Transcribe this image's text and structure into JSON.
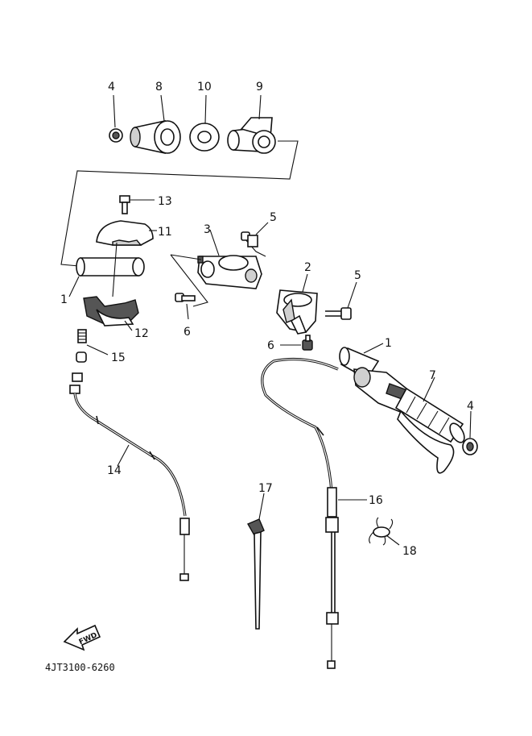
{
  "diagram": {
    "part_code": "4JT3100-6260",
    "fwd_label": "FWD",
    "callouts": {
      "c4a": "4",
      "c8": "8",
      "c10": "10",
      "c9": "9",
      "c13": "13",
      "c11": "11",
      "c3": "3",
      "c5a": "5",
      "c1a": "1",
      "c12": "12",
      "c6a": "6",
      "c15": "15",
      "c2": "2",
      "c5b": "5",
      "c6b": "6",
      "c1b": "1",
      "c7": "7",
      "c4b": "4",
      "c14": "14",
      "c17": "17",
      "c16": "16",
      "c18": "18"
    }
  }
}
